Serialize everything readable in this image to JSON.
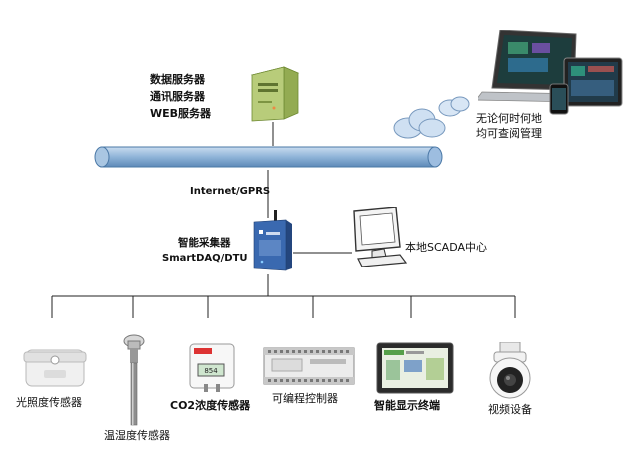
{
  "server": {
    "labels": [
      "数据服务器",
      "通讯服务器",
      "WEB服务器"
    ]
  },
  "cloud_text": [
    "无论何时何地",
    "均可查阅管理"
  ],
  "network_label": "Internet/GPRS",
  "collector": {
    "line1": "智能采集器",
    "line2": "SmartDAQ/DTU"
  },
  "scada_label": "本地SCADA中心",
  "devices": [
    {
      "name": "光照度传感器",
      "icon": "light-sensor-icon"
    },
    {
      "name": "温湿度传感器",
      "icon": "temperature-probe-icon"
    },
    {
      "name": "CO2浓度传感器",
      "icon": "co2-sensor-icon"
    },
    {
      "name": "可编程控制器",
      "icon": "plc-icon"
    },
    {
      "name": "智能显示终端",
      "icon": "touch-display-icon"
    },
    {
      "name": "视频设备",
      "icon": "dome-camera-icon"
    }
  ],
  "colors": {
    "pipe": "#8fb4d8",
    "pipe_edge": "#4a78a6",
    "server": "#b8cc7a",
    "dtu": "#3a69b0"
  }
}
